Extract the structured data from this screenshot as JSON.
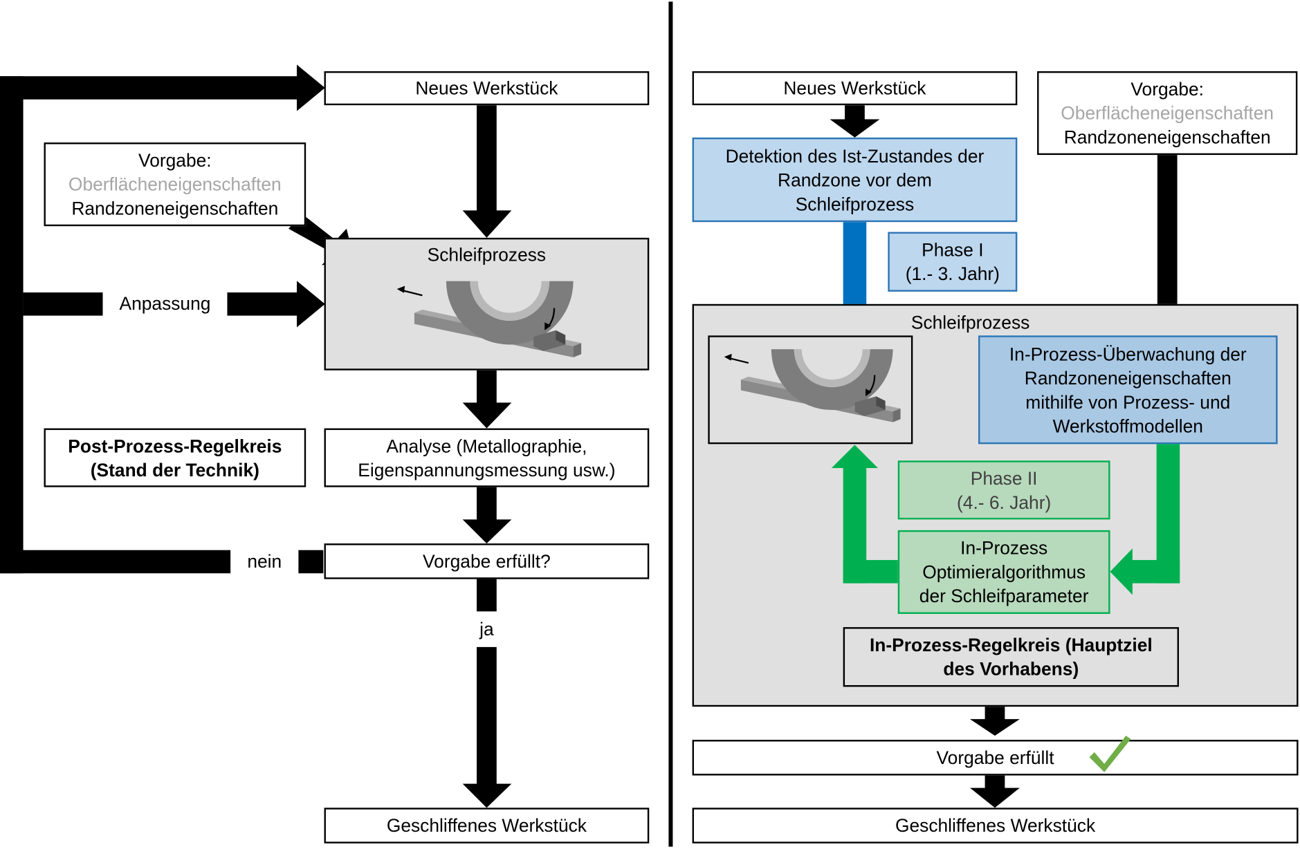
{
  "left": {
    "new_workpiece": "Neues Werkstück",
    "spec": {
      "title": "Vorgabe:",
      "surface": "Oberflächeneigenschaften",
      "edge_zone": "Randzoneneigenschaften"
    },
    "grinding_process": "Schleifprozess",
    "adjustment": "Anpassung",
    "post_process_loop": [
      "Post-Prozess-Regelkreis",
      "(Stand der Technik)"
    ],
    "analysis": [
      "Analyse (Metallographie,",
      "Eigenspannungsmessung usw.)"
    ],
    "spec_met_question": "Vorgabe erfüllt?",
    "no": "nein",
    "yes": "ja",
    "ground_workpiece": "Geschliffenes Werkstück"
  },
  "right": {
    "new_workpiece": "Neues Werkstück",
    "spec": {
      "title": "Vorgabe:",
      "surface": "Oberflächeneigenschaften",
      "edge_zone": "Randzoneneigenschaften"
    },
    "detection": [
      "Detektion des Ist-Zustandes der",
      "Randzone vor dem",
      "Schleifprozess"
    ],
    "phase1": [
      "Phase I",
      "(1.- 3. Jahr)"
    ],
    "grinding_process": "Schleifprozess",
    "monitoring": [
      "In-Prozess-Überwachung der",
      "Randzoneneigenschaften",
      "mithilfe von Prozess- und",
      "Werkstoffmodellen"
    ],
    "phase2": [
      "Phase II",
      "(4.- 6. Jahr)"
    ],
    "optimization": [
      "In-Prozess",
      "Optimieralgorithmus",
      "der Schleifparameter"
    ],
    "in_process_loop": [
      "In-Prozess-Regelkreis (Hauptziel",
      "des Vorhabens)"
    ],
    "spec_met": "Vorgabe erfüllt",
    "ground_workpiece": "Geschliffenes Werkstück"
  },
  "colors": {
    "black_arrow": "#000000",
    "blue_arrow": "#0070c0",
    "green_arrow": "#00b050",
    "check": "#70ad47",
    "process_fill": "#e0e0e0"
  },
  "icons": [
    "grinding-wheel-illustration",
    "checkmark-icon"
  ]
}
